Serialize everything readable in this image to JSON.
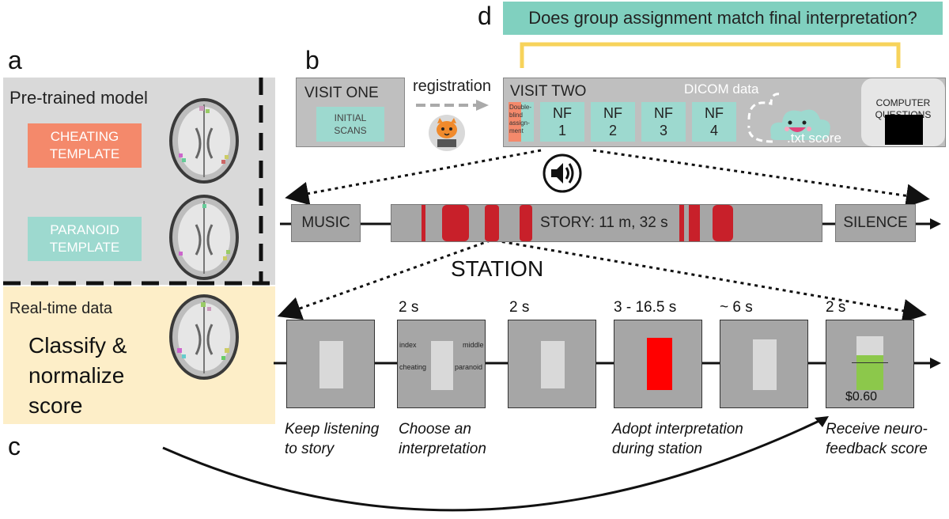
{
  "panels": {
    "a": "a",
    "b": "b",
    "c": "c",
    "d": "d"
  },
  "question": "Does group assignment match final interpretation?",
  "model": {
    "title": "Pre-trained model",
    "cheating_template": [
      "CHEATING",
      "TEMPLATE"
    ],
    "paranoid_template": [
      "PARANOID",
      "TEMPLATE"
    ]
  },
  "realtime": {
    "title": "Real-time data",
    "action": [
      "Classify &",
      "normalize",
      "score"
    ]
  },
  "visits": {
    "visit_one": "VISIT ONE",
    "initial_scans": [
      "INITIAL",
      "SCANS"
    ],
    "registration": "registration",
    "visit_two": "VISIT TWO",
    "double_blind": [
      "Double-",
      "blind",
      "assign-",
      "ment"
    ],
    "nf_label": "NF",
    "nf_runs": [
      "1",
      "2",
      "3",
      "4"
    ],
    "dicom": "DICOM data",
    "txt_score": ".txt score",
    "computer_questions": [
      "COMPUTER",
      "QUESTIONS"
    ]
  },
  "timeline": {
    "music": "MUSIC",
    "story": "STORY: 11 m, 32 s",
    "silence": "SILENCE",
    "station": "STATION"
  },
  "station_screens": {
    "durations": [
      "2 s",
      "2 s",
      "3 - 16.5 s",
      "~ 6 s",
      "2 s"
    ],
    "choice": {
      "top_left": "index",
      "top_right": "middle",
      "bottom_left": "cheating",
      "bottom_right": "paranoid"
    },
    "payout": "$0.60",
    "feedback_fraction": 0.65,
    "captions": [
      [
        "Keep listening",
        "to story"
      ],
      [
        "Choose an",
        "interpretation"
      ],
      [
        "Adopt interpretation",
        "during station"
      ],
      [
        "Receive neuro-",
        "feedback score"
      ]
    ]
  },
  "colors": {
    "cheating": "#f4896b",
    "paranoid": "#9dd9cf",
    "question_bg": "#80d0bf",
    "realtime_bg": "#fdeec8",
    "station_red": "#c8202a",
    "adopt_red": "#ff0000",
    "feedback_green": "#8cc84b",
    "bracket_yellow": "#f7d35b"
  }
}
